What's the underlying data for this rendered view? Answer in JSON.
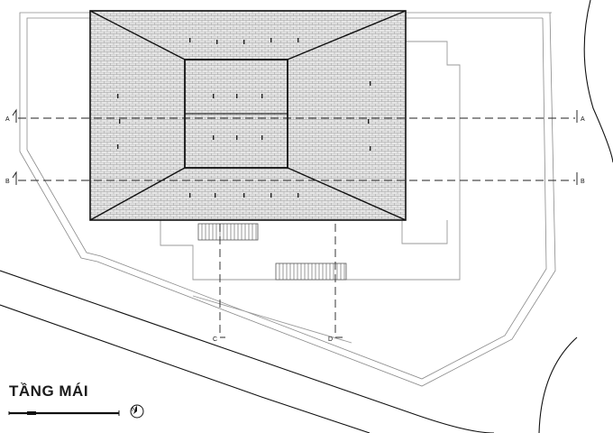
{
  "drawing": {
    "title": "TẦNG MÁI",
    "section_markers": {
      "a_left": "A",
      "a_right": "A",
      "b_left": "B",
      "b_right": "B",
      "c": "C",
      "d": "D"
    },
    "north_arrow_label": "N"
  }
}
